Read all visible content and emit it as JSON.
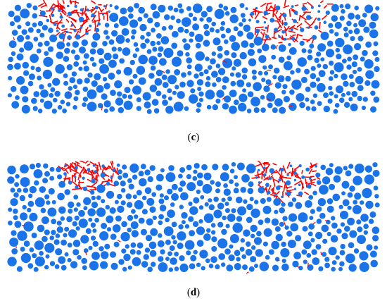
{
  "panels": [
    {
      "id": "c",
      "caption": {
        "open": "(",
        "letter": "c",
        "close": ")"
      },
      "particle_color": "#1a73e8",
      "crack_color": "#ff0000",
      "damage_zones": [
        {
          "cx": 0.18,
          "cy": 0.0,
          "rx": 0.1,
          "ry": 0.3
        },
        {
          "cx": 0.76,
          "cy": 0.0,
          "rx": 0.12,
          "ry": 0.38
        }
      ]
    },
    {
      "id": "d",
      "caption": {
        "open": "(",
        "letter": "d",
        "close": ")"
      },
      "particle_color": "#1a73e8",
      "crack_color": "#ff0000",
      "damage_zones": [
        {
          "cx": 0.22,
          "cy": 0.0,
          "rx": 0.08,
          "ry": 0.26
        },
        {
          "cx": 0.75,
          "cy": 0.0,
          "rx": 0.09,
          "ry": 0.34
        }
      ]
    }
  ]
}
